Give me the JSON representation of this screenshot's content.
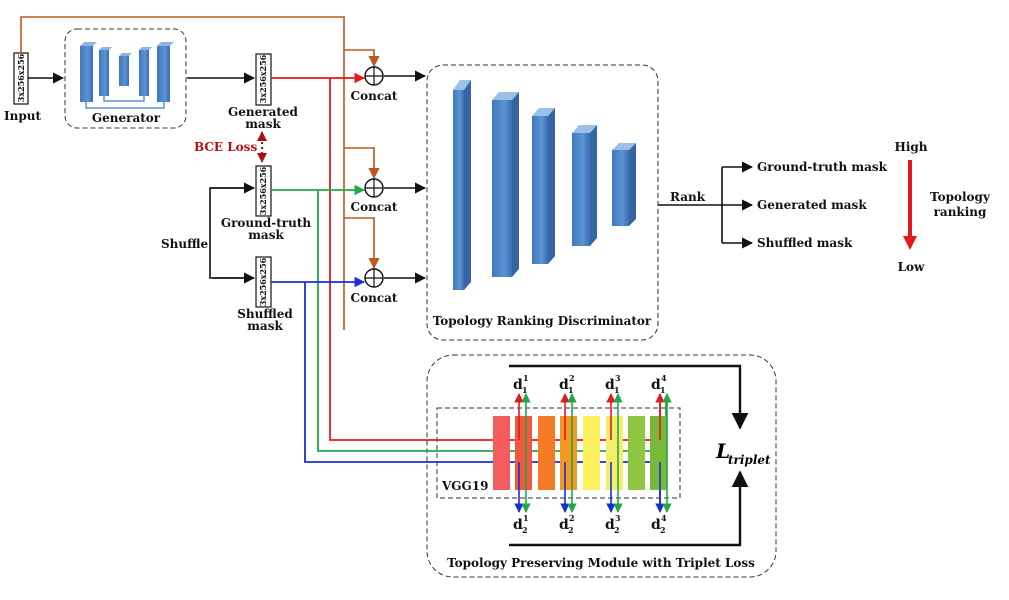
{
  "input": {
    "label": "Input",
    "size": "3x256x256"
  },
  "generator": {
    "label": "Generator"
  },
  "generated_mask": {
    "size": "3x256x256",
    "line1": "Generated",
    "line2": "mask"
  },
  "gt_mask": {
    "size": "3x256x256",
    "line1": "Ground-truth",
    "line2": "mask"
  },
  "shuffled_mask": {
    "size": "3x256x256",
    "line1": "Shuffled",
    "line2": "mask"
  },
  "bce_loss": "BCE Loss",
  "shuffle": "Shuffle",
  "concat": [
    "Concat",
    "Concat",
    "Concat"
  ],
  "discriminator": {
    "label": "Topology Ranking Discriminator"
  },
  "rank": "Rank",
  "outputs": [
    "Ground-truth mask",
    "Generated mask",
    "Shuffled mask"
  ],
  "ranking": {
    "high": "High",
    "low": "Low",
    "line1": "Topology",
    "line2": "ranking"
  },
  "module": {
    "label": "Topology Preserving Module with Triplet Loss",
    "vgg": "VGG19"
  },
  "triplet": {
    "L": "L",
    "sub": "triplet"
  },
  "d_top": [
    {
      "base": "d",
      "sub": "1",
      "sup": "1"
    },
    {
      "base": "d",
      "sub": "1",
      "sup": "2"
    },
    {
      "base": "d",
      "sub": "1",
      "sup": "3"
    },
    {
      "base": "d",
      "sub": "1",
      "sup": "4"
    }
  ],
  "d_bottom": [
    {
      "base": "d",
      "sub": "2",
      "sup": "1"
    },
    {
      "base": "d",
      "sub": "2",
      "sup": "2"
    },
    {
      "base": "d",
      "sub": "2",
      "sup": "3"
    },
    {
      "base": "d",
      "sub": "2",
      "sup": "4"
    }
  ],
  "colors": {
    "orange": "#c0571b",
    "red": "#e31a1c",
    "green": "#22a84a",
    "blue": "#1a2fd6",
    "block": "#4f86c6",
    "vgg": [
      "#f25c5c",
      "#f0593d",
      "#f47a25",
      "#f59a20",
      "#fff15e",
      "#f3ee6a",
      "#8dc63f",
      "#79b83a"
    ]
  }
}
